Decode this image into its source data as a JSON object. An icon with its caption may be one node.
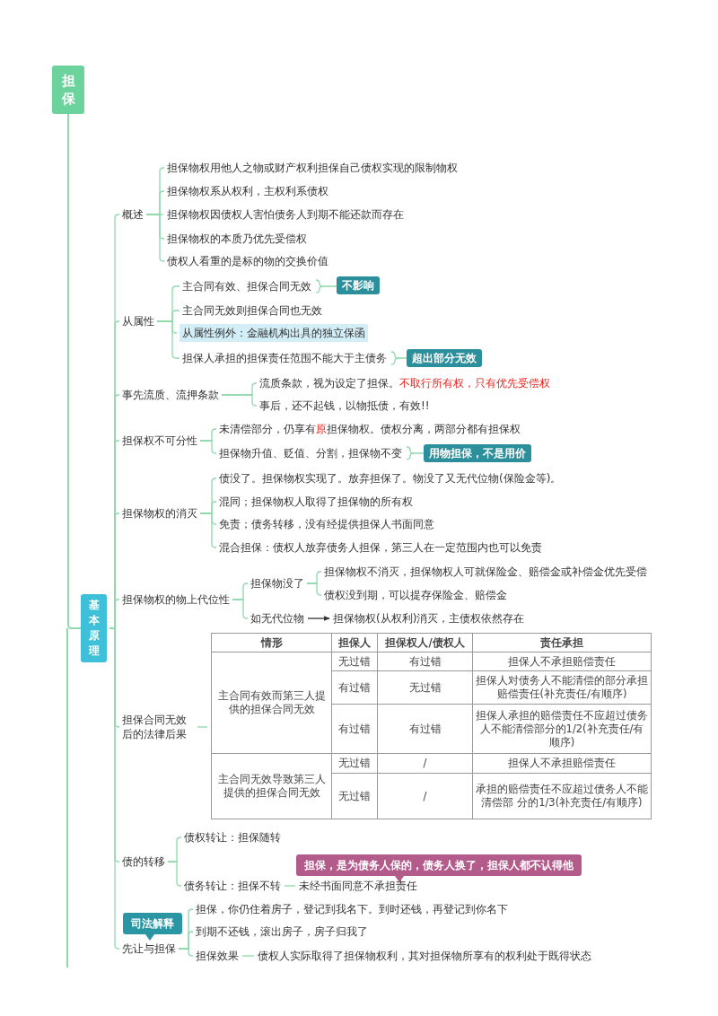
{
  "diagram": {
    "nodes": [
      {
        "text": [
          "担保"
        ]
      },
      {
        "text": [
          "基本原理"
        ]
      },
      {
        "text": [
          "概述"
        ]
      },
      {
        "text": [
          "担保物权用他人之物或财产权利担保自己债权实现的限制物权"
        ]
      },
      {
        "text": [
          "担保物权系从权利，主权利系债权"
        ]
      },
      {
        "text": [
          "担保物权因债权人害怕债务人到期不能还款而存在"
        ]
      },
      {
        "text": [
          "担保物权的本质乃优先受偿权"
        ]
      },
      {
        "text": [
          "债权人看重的是标的物的交换价值"
        ]
      },
      {
        "text": [
          "从属性"
        ]
      },
      {
        "text": [
          "主合同有效、担保合同无效"
        ]
      },
      {
        "text": [
          "不影响"
        ]
      },
      {
        "text": [
          "主合同无效则担保合同也无效"
        ]
      },
      {
        "text": [
          "从属性例外：金融机构出具的独立保函"
        ]
      },
      {
        "text": [
          "担保人承担的担保责任范围不能大于主债务"
        ]
      },
      {
        "text": [
          "超出部分无效"
        ]
      },
      {
        "text": [
          "事先流质、流押条款"
        ]
      },
      {
        "text": [
          "流质条款，视为设定了担保。",
          "不取行所有权，只有优先受偿权"
        ]
      },
      {
        "text": [
          "事后，还不起钱，以物抵债，有效!!"
        ]
      },
      {
        "text": [
          "担保权不可分性"
        ]
      },
      {
        "text": [
          "未清偿部分，仍享有",
          "原",
          "担保物权。债权分离，两部分都有担保权"
        ]
      },
      {
        "text": [
          "担保物升值、贬值、分割，担保物不变"
        ]
      },
      {
        "text": [
          "用物担保，不是用价"
        ]
      },
      {
        "text": [
          "担保物权的消灭"
        ]
      },
      {
        "text": [
          "债没了。担保物权实现了。放弃担保了。物没了又无代位物(保险金等)。"
        ]
      },
      {
        "text": [
          "混同；担保物权人取得了担保物的所有权"
        ]
      },
      {
        "text": [
          "免责；债务转移，没有经提供担保人书面同意"
        ]
      },
      {
        "text": [
          "混合担保：债权人放弃债务人担保，第三人在一定范围内也可以免责"
        ]
      },
      {
        "text": [
          "担保物权的物上代位性"
        ]
      },
      {
        "text": [
          "担保物没了"
        ]
      },
      {
        "text": [
          "担保物权不消灭，担保物权人可就保险金、赔偿金或补偿金优先受偿"
        ]
      },
      {
        "text": [
          "债权没到期，可以提存保险金、赔偿金"
        ]
      },
      {
        "text": [
          "如无代位物"
        ]
      },
      {
        "text": [
          "担保物权(从权利)消灭，主债权依然存在"
        ]
      },
      {
        "text": [
          "担保合同无效后的法律后果"
        ]
      },
      {
        "text": [],
        "shape": "table"
      },
      {
        "text": [
          "债的转移"
        ]
      },
      {
        "text": [
          "债权转让：担保随转"
        ]
      },
      {
        "text": [
          "债务转让：担保不转"
        ]
      },
      {
        "text": [
          "未经书面同意不承担责任"
        ]
      },
      {
        "text": [
          "担保，是为债务人保的，债务人换了，担保人都不认得他"
        ]
      },
      {
        "text": [
          "先让与担保"
        ]
      },
      {
        "text": [
          "司法解释"
        ]
      },
      {
        "text": [
          "担保，你仍住着房子，登记到我名下。到时还钱，再登记到你名下"
        ]
      },
      {
        "text": [
          "到期不还钱，滚出房子，房子归我了"
        ]
      },
      {
        "text": [
          "担保效果"
        ]
      },
      {
        "text": [
          "债权人实际取得了担保物权利，其对担保物所享有的权利处于既得状态"
        ]
      }
    ],
    "edges": [
      {
        "from": 0,
        "to": 1,
        "arrow": "none"
      },
      {
        "from": 1,
        "to": 2,
        "arrow": "none"
      },
      {
        "from": 1,
        "to": 8,
        "arrow": "none"
      },
      {
        "from": 1,
        "to": 15,
        "arrow": "none"
      },
      {
        "from": 1,
        "to": 18,
        "arrow": "none"
      },
      {
        "from": 1,
        "to": 22,
        "arrow": "none"
      },
      {
        "from": 1,
        "to": 27,
        "arrow": "none"
      },
      {
        "from": 1,
        "to": 33,
        "arrow": "none"
      },
      {
        "from": 1,
        "to": 35,
        "arrow": "none"
      },
      {
        "from": 1,
        "to": 40,
        "arrow": "none"
      },
      {
        "from": 2,
        "to": 3,
        "arrow": "none"
      },
      {
        "from": 2,
        "to": 4,
        "arrow": "none"
      },
      {
        "from": 2,
        "to": 5,
        "arrow": "none"
      },
      {
        "from": 2,
        "to": 6,
        "arrow": "none"
      },
      {
        "from": 2,
        "to": 7,
        "arrow": "none"
      },
      {
        "from": 8,
        "to": 9,
        "arrow": "none"
      },
      {
        "from": 8,
        "to": 11,
        "arrow": "none"
      },
      {
        "from": 8,
        "to": 12,
        "arrow": "none"
      },
      {
        "from": 8,
        "to": 13,
        "arrow": "none"
      },
      {
        "from": 9,
        "to": 10,
        "arrow": "none"
      },
      {
        "from": 13,
        "to": 14,
        "arrow": "none"
      },
      {
        "from": 15,
        "to": 16,
        "arrow": "none"
      },
      {
        "from": 15,
        "to": 17,
        "arrow": "none"
      },
      {
        "from": 18,
        "to": 19,
        "arrow": "none"
      },
      {
        "from": 18,
        "to": 20,
        "arrow": "none"
      },
      {
        "from": 20,
        "to": 21,
        "arrow": "none"
      },
      {
        "from": 22,
        "to": 23,
        "arrow": "none"
      },
      {
        "from": 22,
        "to": 24,
        "arrow": "none"
      },
      {
        "from": 22,
        "to": 25,
        "arrow": "none"
      },
      {
        "from": 22,
        "to": 26,
        "arrow": "none"
      },
      {
        "from": 27,
        "to": 28,
        "arrow": "none"
      },
      {
        "from": 27,
        "to": 31,
        "arrow": "none"
      },
      {
        "from": 28,
        "to": 29,
        "arrow": "none"
      },
      {
        "from": 28,
        "to": 30,
        "arrow": "none"
      },
      {
        "from": 31,
        "to": 32,
        "arrow": "to",
        "color": "#333333"
      },
      {
        "from": 33,
        "to": 34,
        "arrow": "none"
      },
      {
        "from": 35,
        "to": 36,
        "arrow": "none"
      },
      {
        "from": 35,
        "to": 37,
        "arrow": "none"
      },
      {
        "from": 37,
        "to": 38,
        "arrow": "none"
      },
      {
        "from": 40,
        "to": 42,
        "arrow": "none"
      },
      {
        "from": 40,
        "to": 43,
        "arrow": "none"
      },
      {
        "from": 40,
        "to": 44,
        "arrow": "none"
      },
      {
        "from": 44,
        "to": 45,
        "arrow": "none"
      }
    ],
    "labels": [
      "情形",
      "担保人",
      "担保权人/债权人",
      "责任承担",
      "主合同有效而第三人提供的担保合同无效",
      "无过错",
      "有过错",
      "担保人不承担赔偿责任",
      "有过错",
      "无过错",
      "担保人对债务人不能清偿的部分承担赔偿责任(补充责任/有顺序)",
      "有过错",
      "有过错",
      "担保人承担的赔偿责任不应超过债务人不能清偿部分的1/2(补充责任/有顺序)",
      "主合同无效导致第三人提供的担保合同无效",
      "无过错",
      "/",
      "担保人不承担赔偿责任",
      "无过错",
      "/",
      "承担的赔偿责任不应超过债务人不能清偿部 分的1/3(补充责任/有顺序)"
    ]
  }
}
